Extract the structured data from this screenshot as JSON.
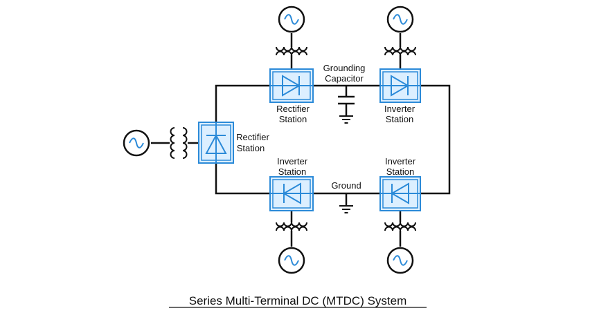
{
  "labels": {
    "center_rectifier": [
      "Rectifier",
      "Station"
    ],
    "top_left": [
      "Rectifier",
      "Station"
    ],
    "top_right": [
      "Inverter",
      "Station"
    ],
    "bottom_left": [
      "Inverter",
      "Station"
    ],
    "bottom_right": [
      "Inverter",
      "Station"
    ],
    "grounding_capacitor": [
      "Grounding",
      "Capacitor"
    ],
    "ground": "Ground"
  },
  "caption": "Series Multi-Terminal DC (MTDC) System",
  "colors": {
    "station_fill": "#dcefff",
    "station_stroke": "#2b8ad8",
    "wire": "#111111"
  }
}
